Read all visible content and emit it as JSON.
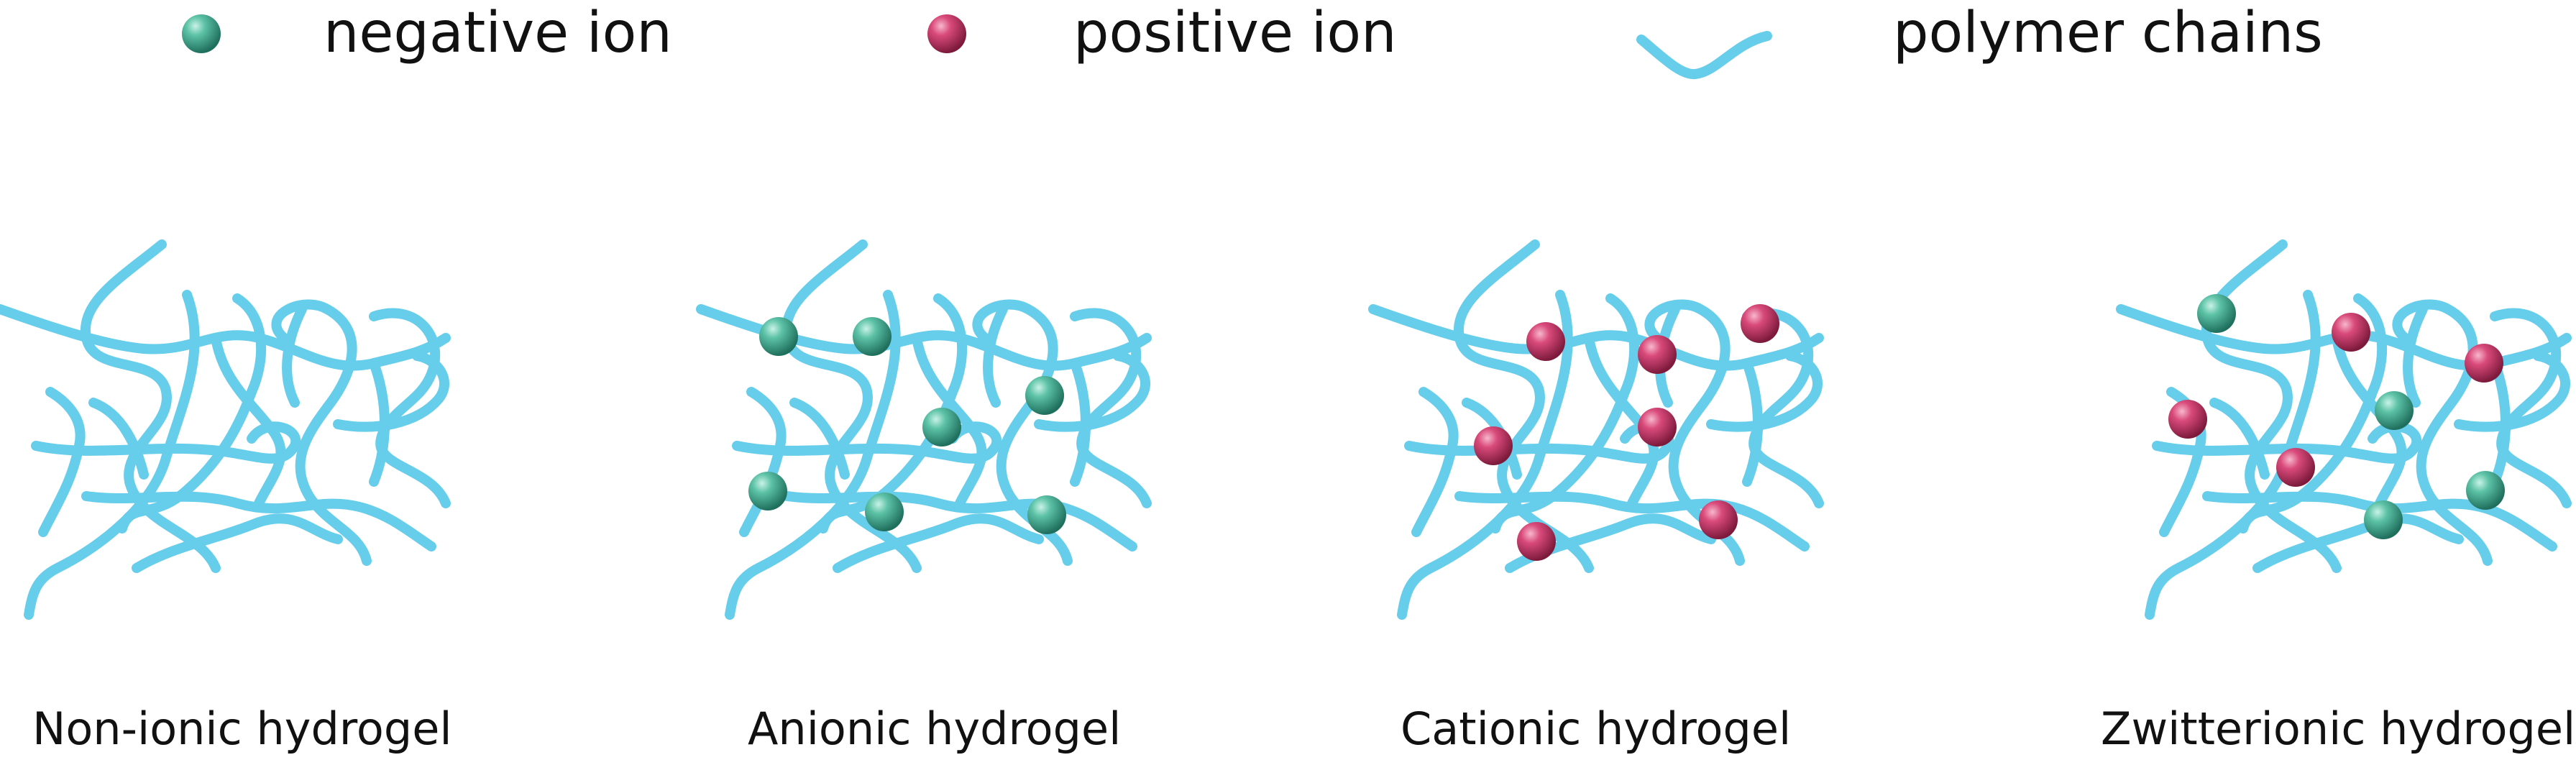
{
  "colors": {
    "polymer": "#66cdea",
    "negative_ion": "#3aa88f",
    "positive_ion": "#cc3d6e",
    "text": "#111111",
    "background": "#ffffff"
  },
  "legend": {
    "negative": {
      "label": "negative ion",
      "icon": "teal-sphere-icon"
    },
    "positive": {
      "label": "positive ion",
      "icon": "crimson-sphere-icon"
    },
    "polymer": {
      "label": "polymer chains",
      "icon": "polymer-chain-icon"
    }
  },
  "panels": [
    {
      "id": "nonionic",
      "label": "Non-ionic hydrogel",
      "negative_ions": 0,
      "positive_ions": 0
    },
    {
      "id": "anionic",
      "label": "Anionic hydrogel",
      "negative_ions": 7,
      "positive_ions": 0
    },
    {
      "id": "cationic",
      "label": "Cationic hydrogel",
      "negative_ions": 0,
      "positive_ions": 7
    },
    {
      "id": "zwitterionic",
      "label": "Zwitterionic hydrogel",
      "negative_ions": 4,
      "positive_ions": 4
    }
  ]
}
